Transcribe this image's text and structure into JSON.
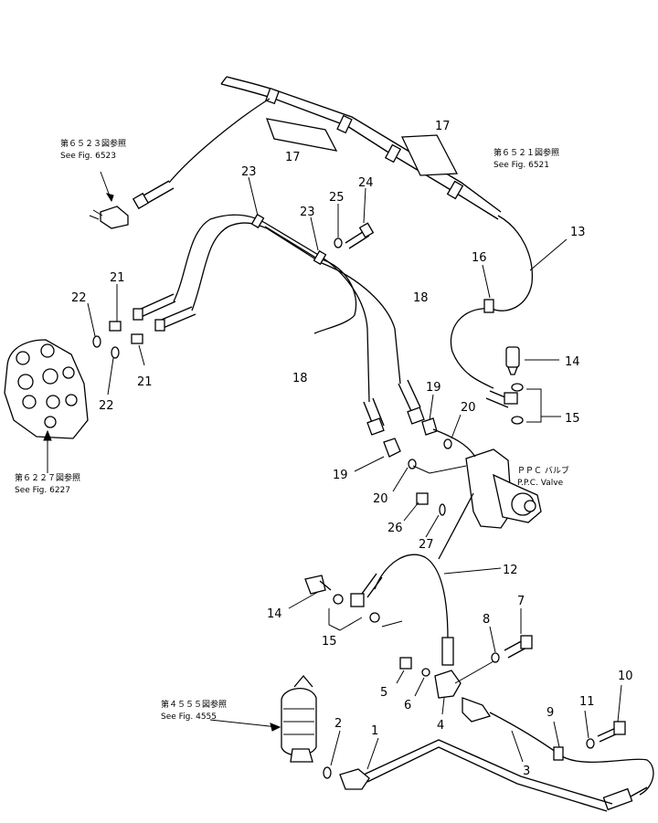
{
  "callouts": {
    "n1": "1",
    "n2": "2",
    "n3": "3",
    "n4": "4",
    "n5": "5",
    "n6": "6",
    "n7": "7",
    "n8": "8",
    "n9": "9",
    "n10": "10",
    "n11": "11",
    "n12": "12",
    "n13": "13",
    "n14a": "14",
    "n14b": "14",
    "n15a": "15",
    "n15b": "15",
    "n16": "16",
    "n17a": "17",
    "n17b": "17",
    "n18a": "18",
    "n18b": "18",
    "n19a": "19",
    "n19b": "19",
    "n20a": "20",
    "n20b": "20",
    "n21a": "21",
    "n21b": "21",
    "n22a": "22",
    "n22b": "22",
    "n23a": "23",
    "n23b": "23",
    "n24": "24",
    "n25": "25",
    "n26": "26",
    "n27": "27"
  },
  "references": {
    "fig6523_jp": "第６５２３図参照",
    "fig6523_en": "See Fig. 6523",
    "fig6521_jp": "第６５２１図参照",
    "fig6521_en": "See Fig. 6521",
    "fig6227_jp": "第６２２７図参照",
    "fig6227_en": "See Fig. 6227",
    "fig4555_jp": "第４５５５図参照",
    "fig4555_en": "See Fig. 4555",
    "ppc_jp": "ＰＰＣ バルブ",
    "ppc_en": "P.P.C. Valve"
  }
}
